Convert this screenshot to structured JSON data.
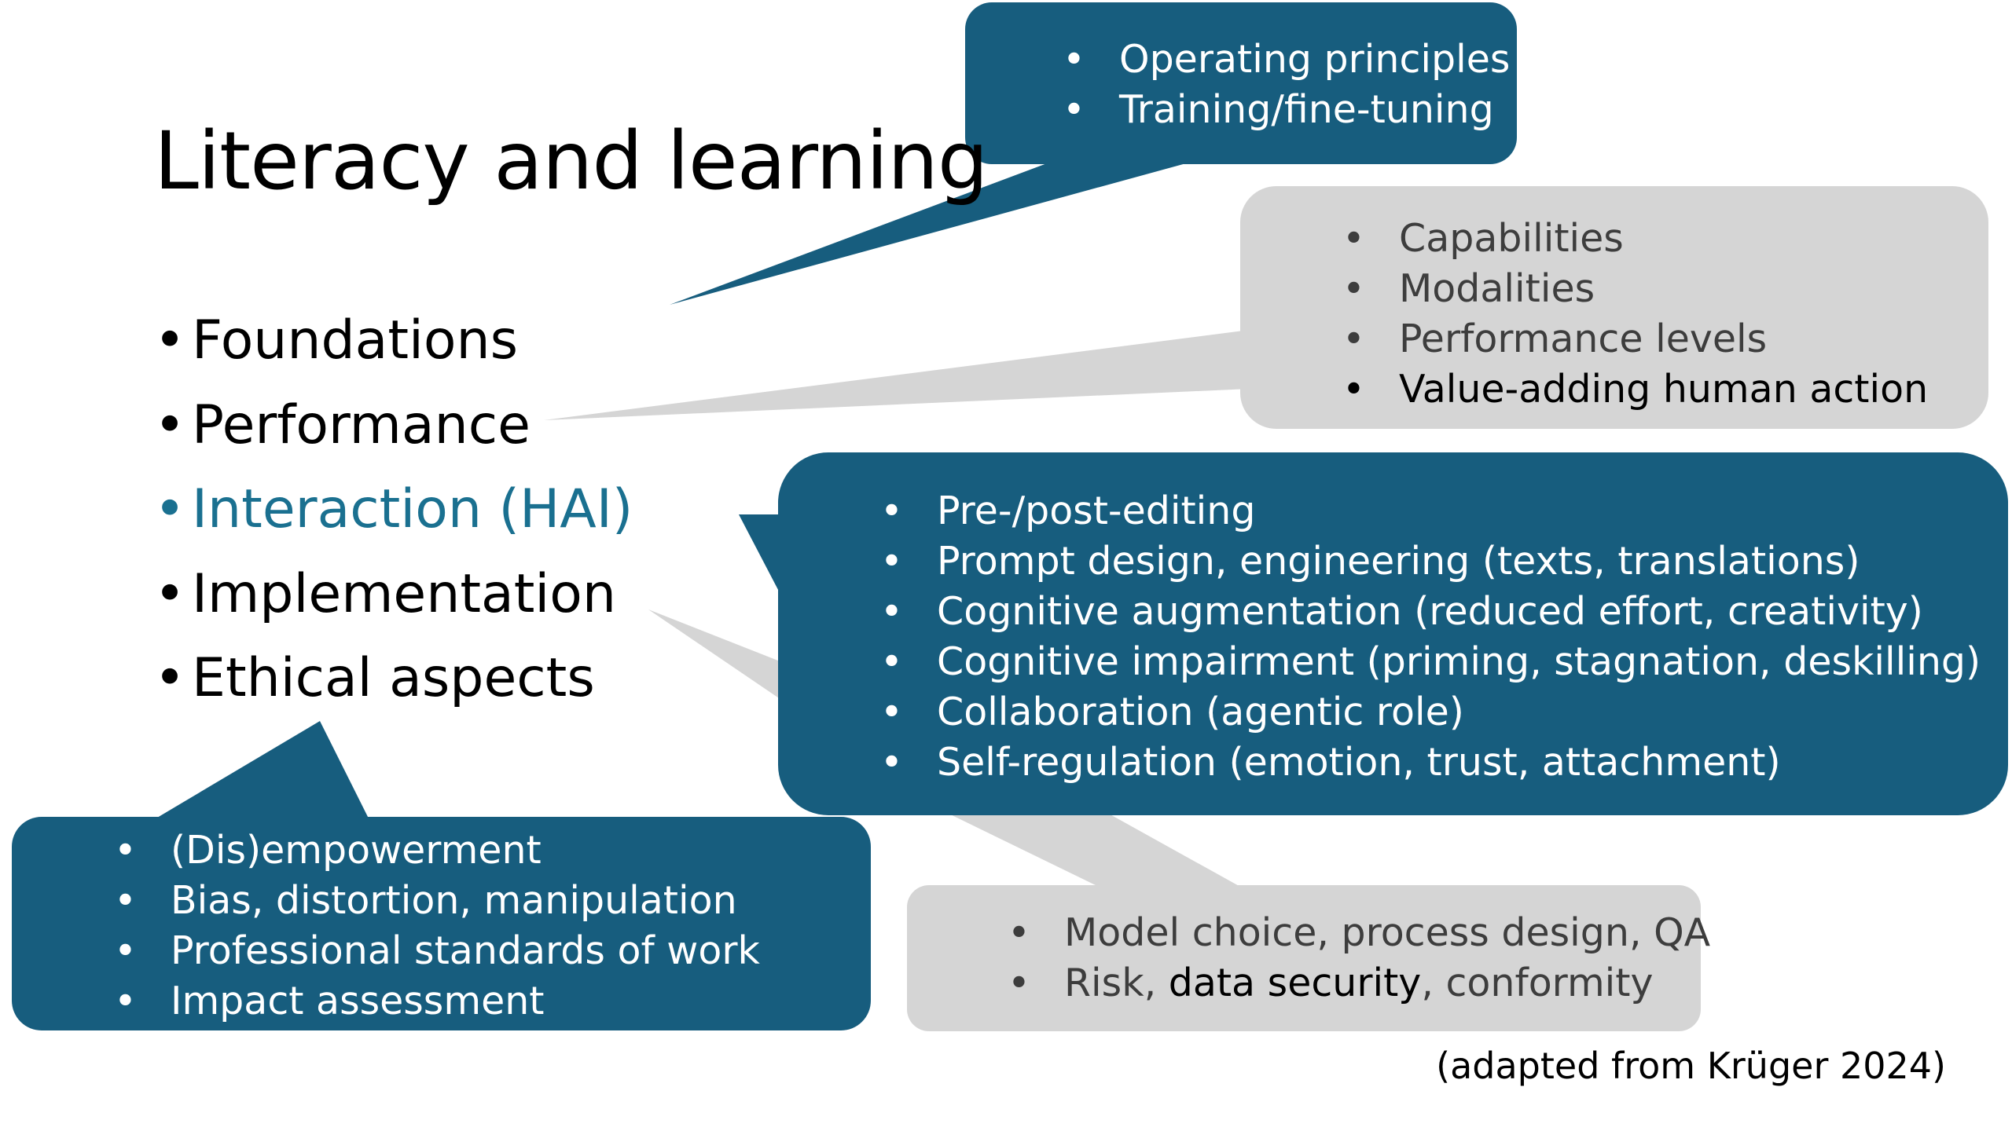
{
  "title": "Literacy and learning",
  "topics": [
    {
      "bullet": "•",
      "label": "Foundations"
    },
    {
      "bullet": "•",
      "label": "Performance"
    },
    {
      "bullet": "•",
      "label": "Interaction (HAI)"
    },
    {
      "bullet": "•",
      "label": "Implementation"
    },
    {
      "bullet": "•",
      "label": "Ethical aspects"
    }
  ],
  "callouts": {
    "foundations": {
      "items": [
        {
          "bullet": "•",
          "text": "Operating principles"
        },
        {
          "bullet": "•",
          "text": "Training/fine-tuning"
        }
      ]
    },
    "performance": {
      "items": [
        {
          "bullet": "•",
          "text": "Capabilities"
        },
        {
          "bullet": "•",
          "text": "Modalities"
        },
        {
          "bullet": "•",
          "text": "Performance levels"
        },
        {
          "bullet": "•",
          "text": "Value-adding human action"
        }
      ]
    },
    "interaction": {
      "items": [
        {
          "bullet": "•",
          "text": "Pre-/post-editing"
        },
        {
          "bullet": "•",
          "text": "Prompt design, engineering (texts, translations)"
        },
        {
          "bullet": "•",
          "text": "Cognitive augmentation (reduced effort, creativity)"
        },
        {
          "bullet": "•",
          "text": "Cognitive impairment (priming, stagnation, deskilling)"
        },
        {
          "bullet": "•",
          "text": "Collaboration (agentic role)"
        },
        {
          "bullet": "•",
          "text": "Self-regulation (emotion, trust, attachment)"
        }
      ]
    },
    "ethics": {
      "items": [
        {
          "bullet": "•",
          "text": "(Dis)empowerment"
        },
        {
          "bullet": "•",
          "text": "Bias, distortion, manipulation"
        },
        {
          "bullet": "•",
          "text": "Professional standards of work"
        },
        {
          "bullet": "•",
          "text": "Impact assessment"
        }
      ]
    },
    "implementation": {
      "items": [
        {
          "bullet": "•",
          "text": "Model choice, process design, QA"
        },
        {
          "bullet": "•",
          "text_before": "Risk, ",
          "text_emphasis": "data security",
          "text_after": ", conformity"
        }
      ]
    }
  },
  "source": "(adapted from Krüger 2024)",
  "colors": {
    "blue_callout": "#175d7e",
    "grey_callout": "#d5d5d5",
    "highlight_text": "#1a7090",
    "grey_text": "#3d3d3d"
  }
}
